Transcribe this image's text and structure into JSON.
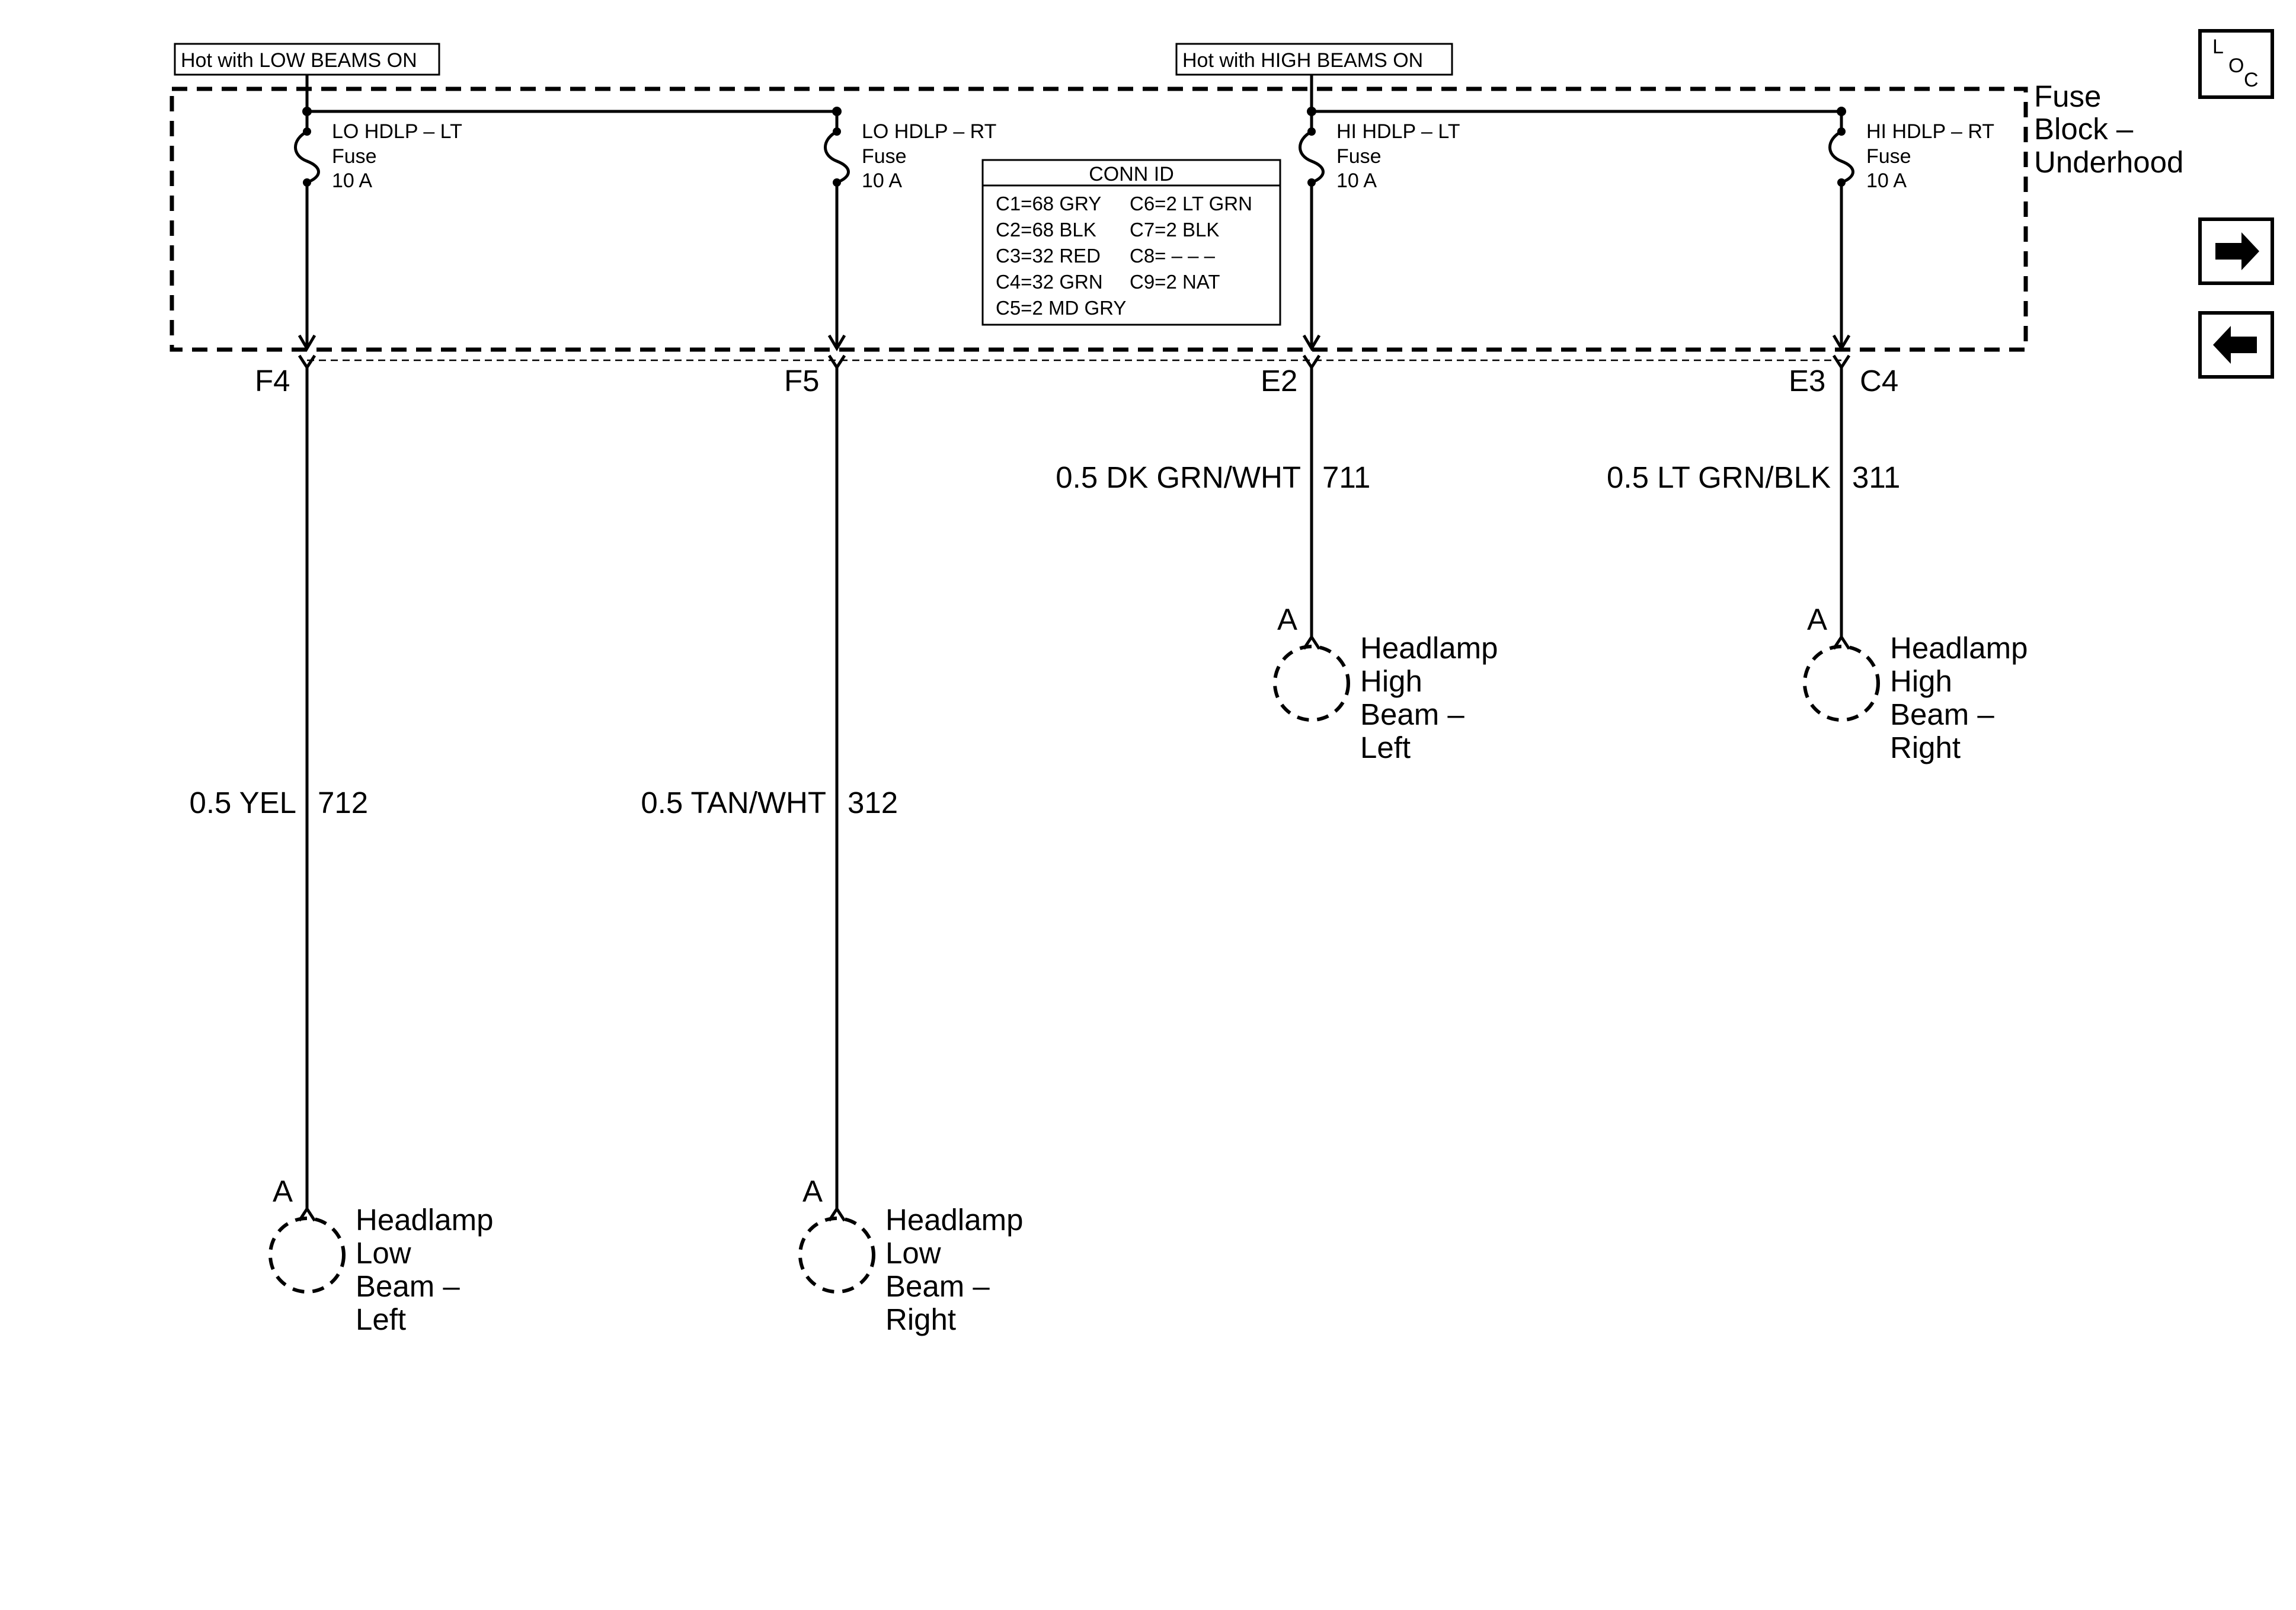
{
  "headers": {
    "low_beams": "Hot with LOW BEAMS ON",
    "high_beams": "Hot with HIGH BEAMS ON"
  },
  "fuse_block": {
    "line1": "Fuse",
    "line2": "Block –",
    "line3": "Underhood"
  },
  "fuses": [
    {
      "name": "LO HDLP – LT",
      "type": "Fuse",
      "rating": "10 A"
    },
    {
      "name": "LO HDLP – RT",
      "type": "Fuse",
      "rating": "10 A"
    },
    {
      "name": "HI HDLP – LT",
      "type": "Fuse",
      "rating": "10 A"
    },
    {
      "name": "HI HDLP – RT",
      "type": "Fuse",
      "rating": "10 A"
    }
  ],
  "conn_id": {
    "title": "CONN ID",
    "rows": [
      [
        "C1=68 GRY",
        "C6=2 LT GRN"
      ],
      [
        "C2=68 BLK",
        "C7=2 BLK"
      ],
      [
        "C3=32 RED",
        "C8= – – –"
      ],
      [
        "C4=32 GRN",
        "C9=2 NAT"
      ],
      [
        "C5=2 MD GRY",
        ""
      ]
    ]
  },
  "terminals": {
    "f4": "F4",
    "f5": "F5",
    "e2": "E2",
    "e3": "E3",
    "c4": "C4"
  },
  "wires": [
    {
      "color": "0.5 YEL",
      "circuit": "712"
    },
    {
      "color": "0.5 TAN/WHT",
      "circuit": "312"
    },
    {
      "color": "0.5 DK GRN/WHT",
      "circuit": "711"
    },
    {
      "color": "0.5 LT GRN/BLK",
      "circuit": "311"
    }
  ],
  "lamps": [
    {
      "pin": "A",
      "lines": [
        "Headlamp",
        "Low",
        "Beam –",
        "Left"
      ]
    },
    {
      "pin": "A",
      "lines": [
        "Headlamp",
        "Low",
        "Beam –",
        "Right"
      ]
    },
    {
      "pin": "A",
      "lines": [
        "Headlamp",
        "High",
        "Beam –",
        "Left"
      ]
    },
    {
      "pin": "A",
      "lines": [
        "Headlamp",
        "High",
        "Beam –",
        "Right"
      ]
    }
  ],
  "nav": {
    "loc_l": "L",
    "loc_o": "O",
    "loc_c": "C",
    "forward_icon": "arrow-right-icon",
    "back_icon": "arrow-left-icon"
  }
}
